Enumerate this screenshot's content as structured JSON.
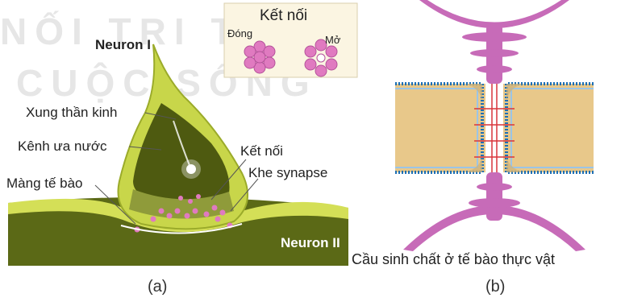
{
  "watermark": {
    "line1": "NỐI TRI THỨC",
    "line2": "CUỘC SỐNG"
  },
  "panel_a": {
    "neuron1": "Neuron I",
    "neuron2": "Neuron II",
    "xung_than_kinh": "Xung thần kinh",
    "kenh_ua_nuoc": "Kênh ưa nước",
    "mang_te_bao": "Màng tế bào",
    "ket_noi": "Kết nối",
    "khe_synapse": "Khe synapse",
    "caption": "(a)",
    "overlay": {
      "title": "Kết nối",
      "closed": "Đóng",
      "open": "Mở"
    }
  },
  "panel_b": {
    "label": "Cầu sinh chất ở tế bào thực vật",
    "caption": "(b)"
  },
  "colors": {
    "neuron_fill": "#c8d64a",
    "neuron_dark": "#4e5a10",
    "connexin_pink": "#e07ac0",
    "membrane_blue": "#1e6fb5",
    "cell_wall_tan": "#e8c88a",
    "plasmodesma_purple": "#c76bb8",
    "overlay_bg": "#fbf5e2"
  }
}
